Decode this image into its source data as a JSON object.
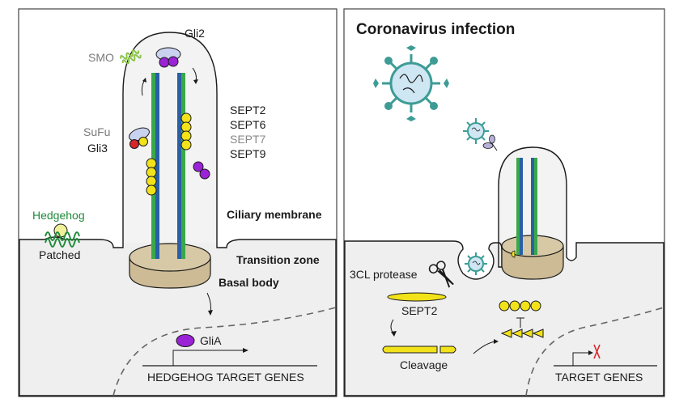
{
  "colors": {
    "microtubule_blue": "#2a5fa6",
    "microtubule_green": "#39a84b",
    "septin_yellow": "#f2e21a",
    "gli_purple": "#9b23d6",
    "membrane_gray": "#efefef",
    "basal_body_tan": "#cdbb95",
    "virus_teal": "#3d9c95",
    "virus_light": "#cfe6f3",
    "hedgehog_green": "#1f8a3a",
    "red": "#d7262a"
  },
  "left_panel": {
    "labels": {
      "gli2": "Gli2",
      "smo": "SMO",
      "sufu": "SuFu",
      "gli3": "Gli3",
      "sept2": "SEPT2",
      "sept6": "SEPT6",
      "sept7": "SEPT7",
      "sept9": "SEPT9",
      "hedgehog": "Hedgehog",
      "patched": "Patched",
      "ciliary_membrane": "Ciliary membrane",
      "transition_zone": "Transition zone",
      "basal_body": "Basal body",
      "glia": "GliA",
      "target_genes": "HEDGEHOG TARGET GENES"
    }
  },
  "right_panel": {
    "labels": {
      "title": "Coronavirus infection",
      "protease": "3CL protease",
      "sept2": "SEPT2",
      "cleavage": "Cleavage",
      "target_genes": "TARGET GENES"
    }
  }
}
